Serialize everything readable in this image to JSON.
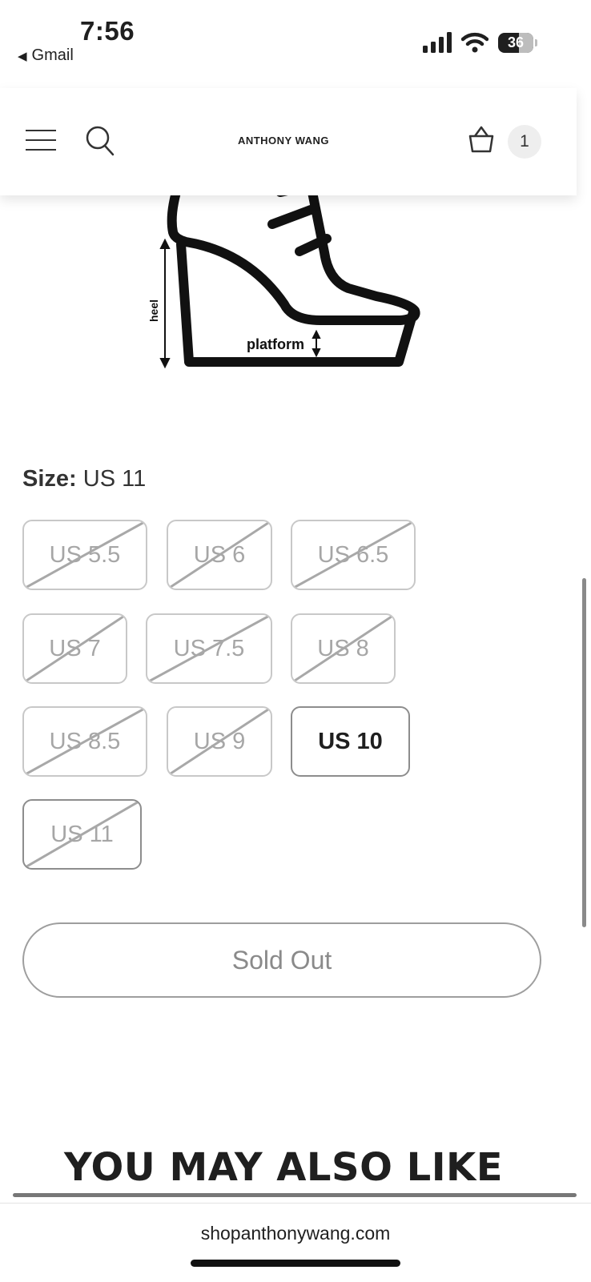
{
  "status_bar": {
    "time": "7:56",
    "back_app": "Gmail",
    "battery": "36"
  },
  "header": {
    "brand": "ANTHONY WANG",
    "cart_count": "1"
  },
  "illustration": {
    "heel_label": "heel",
    "platform_label": "platform"
  },
  "size": {
    "label": "Size:",
    "selected": "US 11",
    "options": [
      {
        "label": "US 5.5",
        "available": false
      },
      {
        "label": "US 6",
        "available": false
      },
      {
        "label": "US 6.5",
        "available": false
      },
      {
        "label": "US 7",
        "available": false
      },
      {
        "label": "US 7.5",
        "available": false
      },
      {
        "label": "US 8",
        "available": false
      },
      {
        "label": "US 8.5",
        "available": false
      },
      {
        "label": "US 9",
        "available": false
      },
      {
        "label": "US 10",
        "available": true
      },
      {
        "label": "US 11",
        "available": false
      }
    ]
  },
  "sold_out_label": "Sold Out",
  "section_title": "YOU MAY ALSO LIKE",
  "browser": {
    "url": "shopanthonywang.com"
  }
}
